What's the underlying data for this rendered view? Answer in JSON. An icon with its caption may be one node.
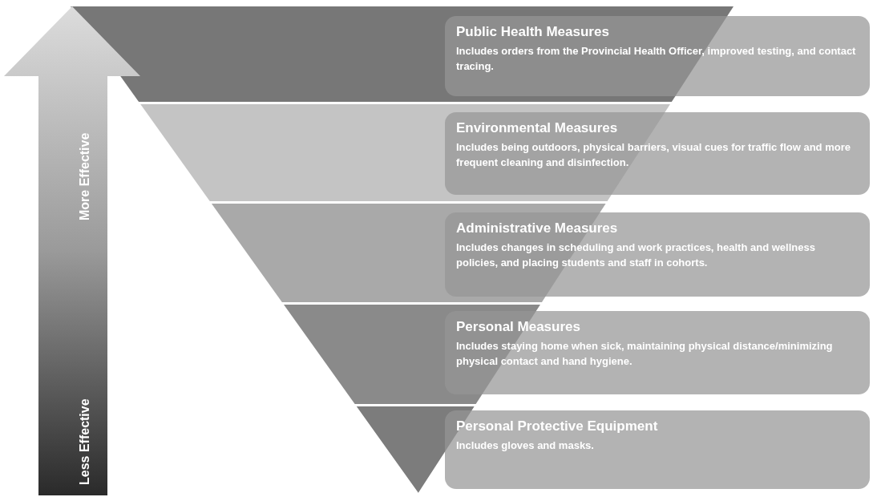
{
  "diagram": {
    "nodes": [
      {
        "text": [
          "Public Health Measures",
          "Includes orders from the Provincial Health Officer, improved testing, and contact tracing."
        ]
      },
      {
        "text": [
          "Environmental Measures",
          "Includes being outdoors, physical barriers, visual cues for traffic flow and more frequent cleaning and disinfection."
        ]
      },
      {
        "text": [
          "Administrative Measures",
          "Includes changes in scheduling and work practices, health and wellness policies, and placing students and staff in cohorts."
        ]
      },
      {
        "text": [
          "Personal Measures",
          "Includes staying home when sick, maintaining physical distance/minimizing physical contact and hand hygiene."
        ]
      },
      {
        "text": [
          "Personal Protective Equipment",
          "Includes gloves and masks."
        ]
      }
    ],
    "edges": [],
    "labels": [
      "More Effective",
      "Less Effective"
    ]
  }
}
